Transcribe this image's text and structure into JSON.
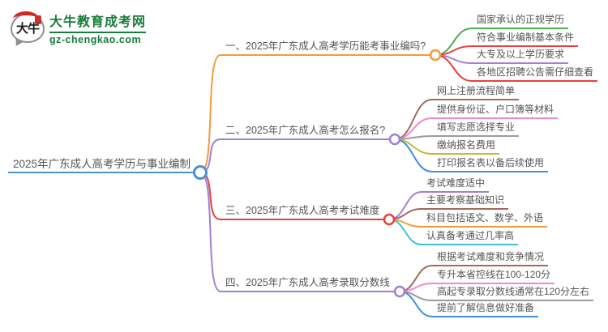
{
  "logo": {
    "title": "大牛教育成考网",
    "domain": "gz-chengkao.com",
    "icon_text": "大牛",
    "title_color": "#187c3b",
    "seal_color": "#c7322c"
  },
  "root": {
    "label": "2025年广东成人高考学历与事业编制",
    "color": "#4a90d2"
  },
  "branches": [
    {
      "label": "一、2025年广东成人高考学历能考事业编吗?",
      "color": "#f59a3b",
      "children": [
        {
          "label": "国家承认的正规学历",
          "color": "#4db14d"
        },
        {
          "label": "符合事业编制基本条件",
          "color": "#e5413e"
        },
        {
          "label": "大专及以上学历要求",
          "color": "#a07fd8"
        },
        {
          "label": "各地区招聘公告需仔细查看",
          "color": "#e5413e"
        }
      ]
    },
    {
      "label": "二、2025年广东成人高考怎么报名?",
      "color": "#a07fd8",
      "children": [
        {
          "label": "网上注册流程简单",
          "color": "#a5685f"
        },
        {
          "label": "提供身份证、户口簿等材料",
          "color": "#f287cb"
        },
        {
          "label": "填写志愿选择专业",
          "color": "#9b9b9b"
        },
        {
          "label": "缴纳报名费用",
          "color": "#bfbc39"
        },
        {
          "label": "打印报名表以备后续使用",
          "color": "#418fdd"
        }
      ]
    },
    {
      "label": "三、2025年广东成人高考考试难度",
      "color": "#e5413e",
      "children": [
        {
          "label": "考试难度适中",
          "color": "#a07fd8"
        },
        {
          "label": "主要考察基础知识",
          "color": "#a5685f"
        },
        {
          "label": "科目包括语文、数学、外语",
          "color": "#f59a3b"
        },
        {
          "label": "认真备考通过几率高",
          "color": "#3bc3d8"
        }
      ]
    },
    {
      "label": "四、2025年广东成人高考录取分数线",
      "color": "#a07fd8",
      "children": [
        {
          "label": "根据考试难度和竞争情况",
          "color": "#a5685f"
        },
        {
          "label": "专升本省控线在100-120分",
          "color": "#f287cb"
        },
        {
          "label": "高起专录取分数线通常在120分左右",
          "color": "#9b9b9b"
        },
        {
          "label": "提前了解信息做好准备",
          "color": "#418fdd"
        }
      ]
    }
  ]
}
